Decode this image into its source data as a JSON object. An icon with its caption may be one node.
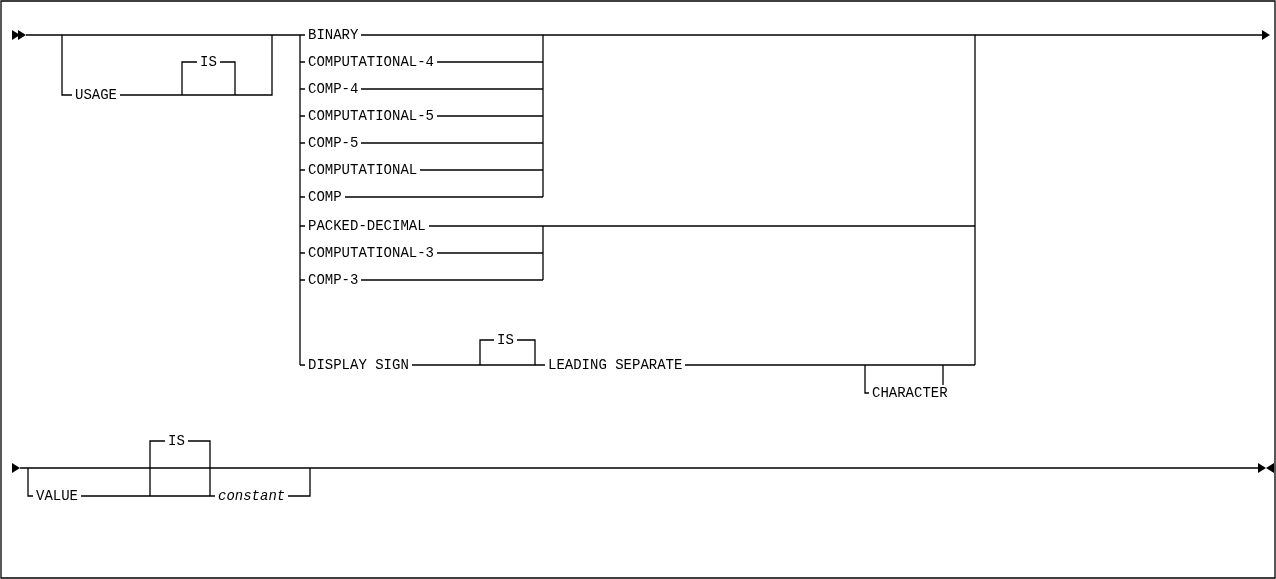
{
  "diagram": {
    "labels": [
      "IS",
      "USAGE",
      "BINARY",
      "COMPUTATIONAL-4",
      "COMP-4",
      "COMPUTATIONAL-5",
      "COMP-5",
      "COMPUTATIONAL",
      "COMP",
      "PACKED-DECIMAL",
      "COMPUTATIONAL-3",
      "COMP-3",
      "IS",
      "DISPLAY SIGN",
      "LEADING SEPARATE",
      "CHARACTER",
      "IS",
      "VALUE",
      "constant"
    ]
  }
}
